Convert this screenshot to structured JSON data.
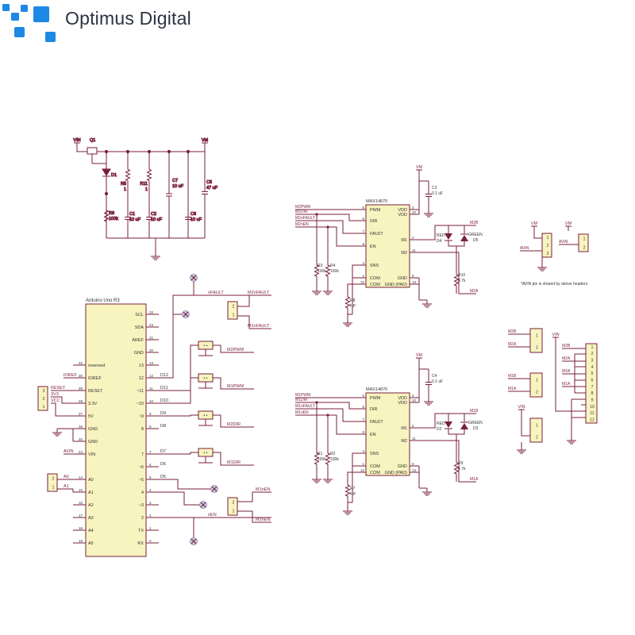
{
  "brand": {
    "name": "Optimus Digital"
  },
  "power": {
    "vin": "VIN",
    "vm": "VM",
    "q1": "Q1",
    "d1": "D1",
    "r6": "R6",
    "r6_val": "100k",
    "r5": "R5",
    "r5_val": "1",
    "r11": "R11",
    "r11_val": "1",
    "c1": "C1",
    "c1_val": "10 uF",
    "c2": "C2",
    "c2_val": "10 uF",
    "c7": "C7",
    "c7_val": "10 uF",
    "c8": "C8",
    "c8_val": "10 uF",
    "c5": "C5",
    "c5_val": "47 uF"
  },
  "arduino": {
    "title": "Arduino Uno R3",
    "right_pins": [
      {
        "num": "22",
        "name": "SCL"
      },
      {
        "num": "23",
        "name": "SDA"
      },
      {
        "num": "21",
        "name": "AREF"
      },
      {
        "num": "20",
        "name": "GND"
      },
      {
        "num": "13",
        "name": "13"
      },
      {
        "num": "12",
        "name": "12"
      },
      {
        "num": "11",
        "name": "~11"
      },
      {
        "num": "10",
        "name": "~10"
      },
      {
        "num": "9",
        "name": "~9"
      },
      {
        "num": "8",
        "name": "8"
      },
      {
        "num": "7",
        "name": "7"
      },
      {
        "num": "6",
        "name": "~6"
      },
      {
        "num": "5",
        "name": "~5"
      },
      {
        "num": "4",
        "name": "4"
      },
      {
        "num": "3",
        "name": "~3"
      },
      {
        "num": "2",
        "name": "2"
      },
      {
        "num": "1",
        "name": "TX"
      },
      {
        "num": "0",
        "name": "RX"
      }
    ],
    "left_pins": [
      {
        "num": "31",
        "name": "reserved"
      },
      {
        "num": "30",
        "name": "IOREF"
      },
      {
        "num": "29",
        "name": "RESET"
      },
      {
        "num": "28",
        "name": "3.3V"
      },
      {
        "num": "27",
        "name": "5V"
      },
      {
        "num": "26",
        "name": "GND"
      },
      {
        "num": "25",
        "name": "GND"
      },
      {
        "num": "24",
        "name": "VIN"
      },
      {
        "num": "14",
        "name": "A0"
      },
      {
        "num": "15",
        "name": "A1"
      },
      {
        "num": "16",
        "name": "A2"
      },
      {
        "num": "17",
        "name": "A3"
      },
      {
        "num": "18",
        "name": "A4"
      },
      {
        "num": "19",
        "name": "A5"
      }
    ],
    "left_nets": {
      "ioref": "IOREF",
      "reset": "RESET",
      "v33": "3V3",
      "vcc": "VCC",
      "avin": "AVIN",
      "a0": "A0",
      "a1": "A1"
    },
    "right_nets": {
      "d12": "D12",
      "d11": "D11",
      "d10": "D10",
      "d9": "D9",
      "d8": "D8",
      "d7": "D7",
      "d6": "D6",
      "d5": "D5"
    },
    "header_pins": [
      "1",
      "2",
      "3"
    ]
  },
  "logic": {
    "nfault": "nFAULT",
    "m2nfault": "M2nFAULT",
    "m1nfault": "M1nFAULT",
    "m2pwm": "M2PWM",
    "m1pwm": "M1PWM",
    "m2dir": "M2DIR",
    "m1dir": "M1DIR",
    "m1nen": "M1nEN",
    "m2nen": "M2nEN",
    "nen": "nEN",
    "jumper_label": "• •"
  },
  "drivers": [
    {
      "title": "MAX14870",
      "vm": "VM",
      "cap": "C3",
      "cap_val": "0.1 uF",
      "nets": [
        "M2PWM",
        "M2DIR",
        "M2nFAULT",
        "M2nEN"
      ],
      "r_a": "R3",
      "r_a_val": "100k",
      "r_b": "R4",
      "r_b_val": "100k",
      "r_c": "R8",
      "r_c_val": "NP",
      "led_red": "RED",
      "led_red_ref": "D4",
      "led_green": "GREEN",
      "led_green_ref": "D5",
      "out_b": "M2B",
      "out_a": "M2A",
      "r_led": "R10",
      "r_led_val": "4.7k"
    },
    {
      "title": "MAX14870",
      "vm": "VM",
      "cap": "C4",
      "cap_val": "0.1 uF",
      "nets": [
        "M1PWM",
        "M1DIR",
        "M1nFAULT",
        "M1nEN"
      ],
      "r_a": "R1",
      "r_a_val": "100k",
      "r_b": "R2",
      "r_b_val": "100k",
      "r_c": "R7",
      "r_c_val": "NP",
      "led_red": "RED",
      "led_red_ref": "D2",
      "led_green": "GREEN",
      "led_green_ref": "D3",
      "out_b": "M1B",
      "out_a": "M1A",
      "r_led": "R9",
      "r_led_val": "4.7k"
    }
  ],
  "driver_pins": {
    "left": [
      {
        "name": "PWM",
        "num": "5"
      },
      {
        "name": "DIR",
        "num": "6"
      },
      {
        "name": "FAULT",
        "num": "7"
      },
      {
        "name": "EN",
        "num": "8"
      },
      {
        "name": "SNS",
        "num": "4"
      },
      {
        "name": "COM",
        "num": "1"
      },
      {
        "name": "COM",
        "num": "12"
      }
    ],
    "right": [
      {
        "name": "VDD",
        "num": "3"
      },
      {
        "name": "VDD",
        "num": "10"
      },
      {
        "name": "M1",
        "num": "2"
      },
      {
        "name": "M2",
        "num": "11"
      },
      {
        "name": "GND",
        "num": "9"
      },
      {
        "name": "GND (PAD)",
        "num": "13"
      }
    ]
  },
  "connectors": {
    "vm": "VM",
    "avin": "AVIN",
    "vin": "VIN",
    "note": "*AVIN pin is shared by above headers",
    "m2b": "M2B",
    "m2a": "M2A",
    "m1b": "M1B",
    "m1a": "M1A",
    "pins3": [
      "1",
      "2",
      "3"
    ],
    "pins2": [
      "1",
      "2"
    ],
    "pins12": [
      "1",
      "2",
      "3",
      "4",
      "5",
      "6",
      "7",
      "8",
      "9",
      "10",
      "11",
      "12"
    ]
  },
  "colors": {
    "wire": "#7a1f3a",
    "box": "#f8f4c0",
    "box_border": "#7a1f3a",
    "net": "#7a1f3a",
    "brand_blue": "#1e88e5"
  }
}
